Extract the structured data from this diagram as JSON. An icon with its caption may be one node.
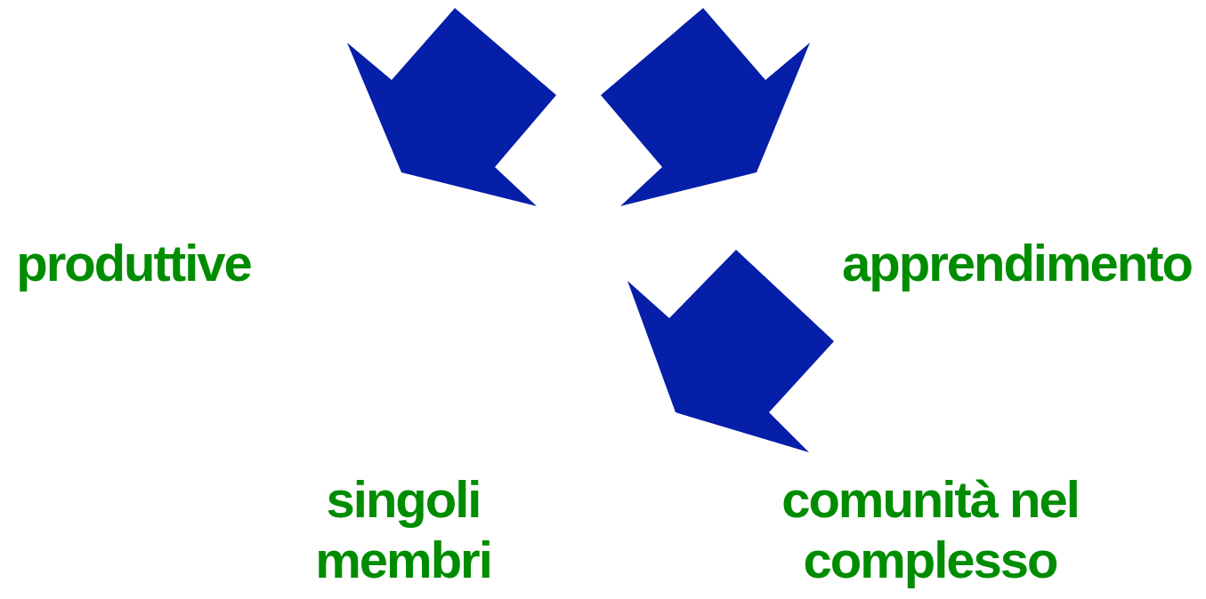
{
  "diagram": {
    "labels": [
      "produttive",
      "apprendimento",
      "singoli membri",
      "comunità nel complesso"
    ]
  }
}
